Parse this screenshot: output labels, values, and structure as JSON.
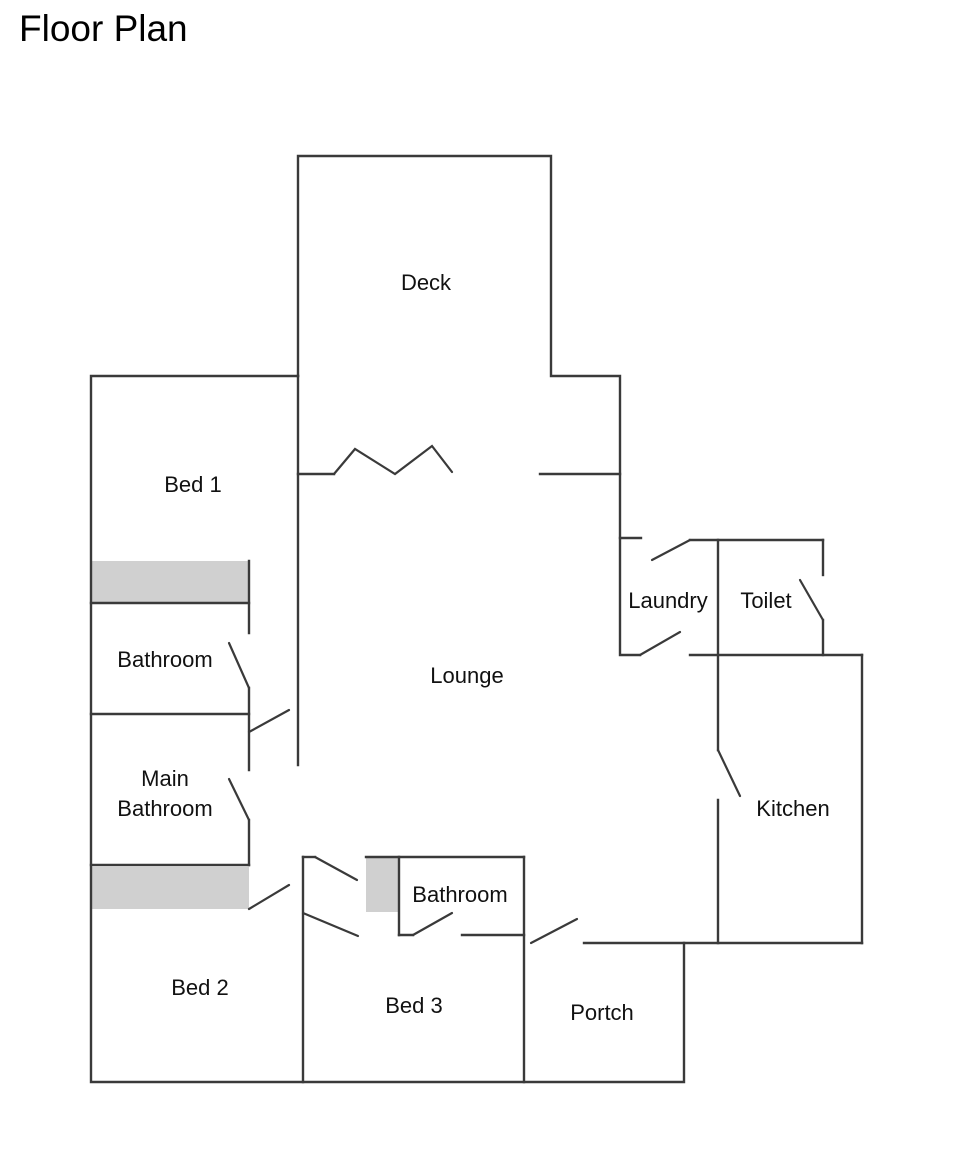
{
  "page": {
    "title": "Floor Plan"
  },
  "rooms": {
    "deck": "Deck",
    "bed1": "Bed 1",
    "bathroom_upper": "Bathroom",
    "lounge": "Lounge",
    "laundry": "Laundry",
    "toilet": "Toilet",
    "main_bathroom_line1": "Main",
    "main_bathroom_line2": "Bathroom",
    "kitchen": "Kitchen",
    "bathroom_ensuite": "Bathroom",
    "bed2": "Bed 2",
    "bed3": "Bed 3",
    "portch": "Portch"
  },
  "colors": {
    "wall": "#3a3a3a",
    "fixture_fill": "#d0d0d0"
  }
}
